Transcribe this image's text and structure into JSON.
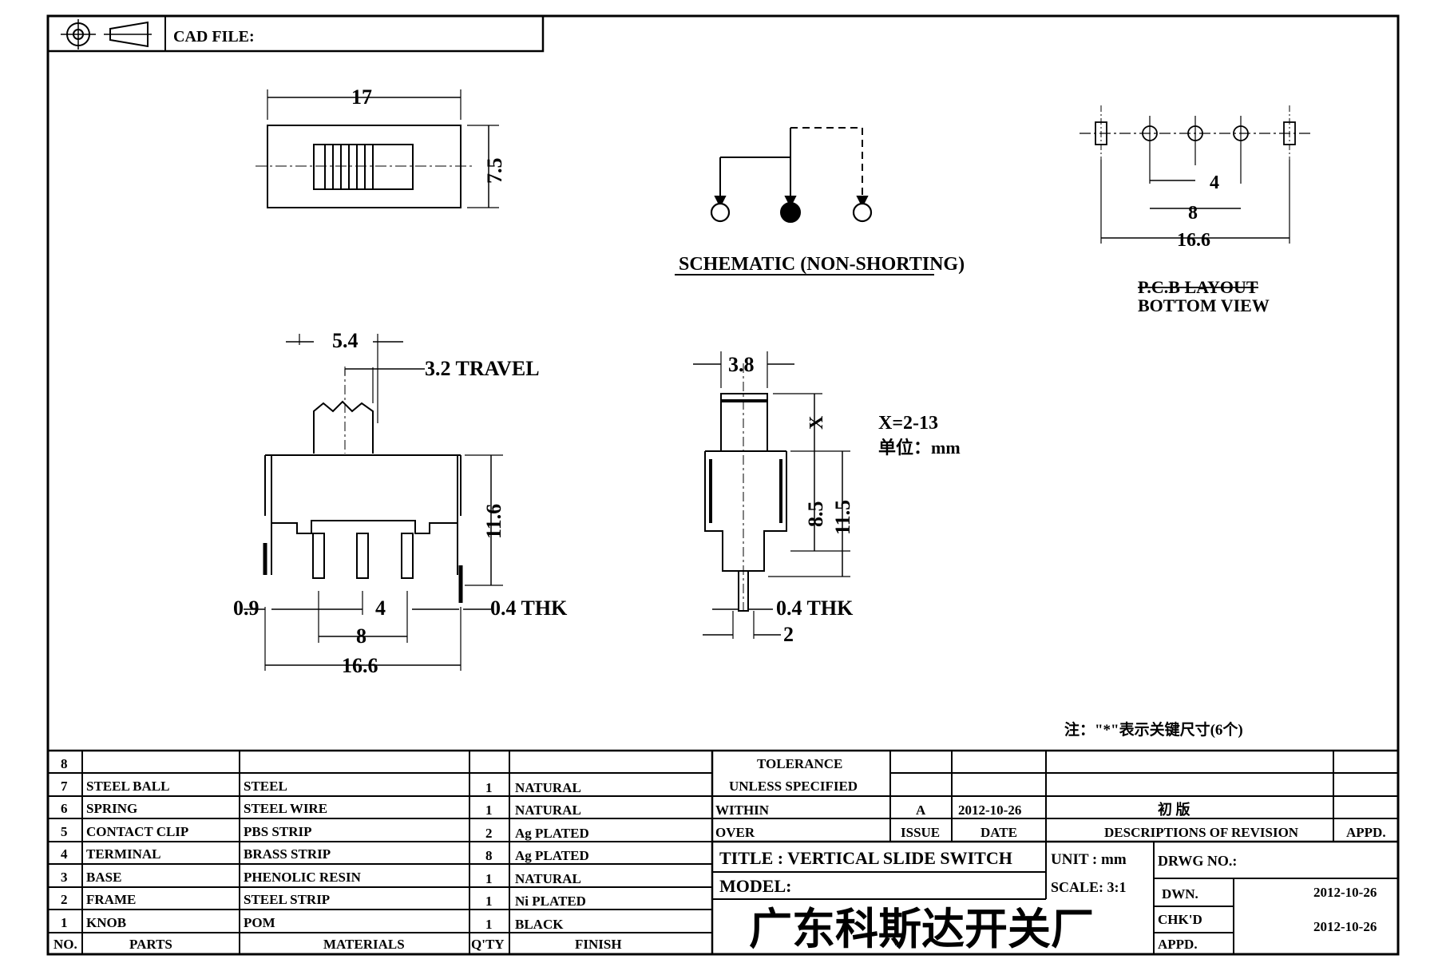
{
  "header": {
    "cad_file_label": "CAD FILE:",
    "projection_symbol": "third-angle-projection-icon"
  },
  "top_view": {
    "width": "17",
    "height": "7.5"
  },
  "schematic": {
    "label": "SCHEMATIC (NON-SHORTING)"
  },
  "pcb": {
    "dim_pitch": "4",
    "dim_span_8": "8",
    "dim_span_total": "16.6",
    "label_line1": "P.C.B LAYOUT",
    "label_line2": "BOTTOM VIEW"
  },
  "front_view": {
    "dim_knob": "5.4",
    "travel": "3.2 TRAVEL",
    "height": "11.6",
    "pin_offset": "0.9",
    "pitch": "4",
    "thickness": "0.4 THK",
    "span_8": "8",
    "span_total": "16.6"
  },
  "side_view": {
    "dim_knob": "3.8",
    "x_label": "X",
    "body_height": "8.5",
    "total_height": "11.5",
    "thickness": "0.4 THK",
    "pin_dim": "2"
  },
  "notes": {
    "x_range": "X=2-13",
    "unit_cn": "单位：mm",
    "footnote": "注：\"*\"表示关键尺寸(6个)"
  },
  "bom": {
    "rows": [
      {
        "no": "8",
        "part": "",
        "material": "",
        "qty": "",
        "finish": ""
      },
      {
        "no": "7",
        "part": "STEEL BALL",
        "material": "STEEL",
        "qty": "1",
        "finish": "NATURAL"
      },
      {
        "no": "6",
        "part": "SPRING",
        "material": "STEEL WIRE",
        "qty": "1",
        "finish": "NATURAL"
      },
      {
        "no": "5",
        "part": "CONTACT CLIP",
        "material": "PBS STRIP",
        "qty": "2",
        "finish": "Ag PLATED"
      },
      {
        "no": "4",
        "part": "TERMINAL",
        "material": "BRASS STRIP",
        "qty": "8",
        "finish": "Ag PLATED"
      },
      {
        "no": "3",
        "part": "BASE",
        "material": "PHENOLIC RESIN",
        "qty": "1",
        "finish": "NATURAL"
      },
      {
        "no": "2",
        "part": "FRAME",
        "material": "STEEL STRIP",
        "qty": "1",
        "finish": "Ni PLATED"
      },
      {
        "no": "1",
        "part": "KNOB",
        "material": "POM",
        "qty": "1",
        "finish": "BLACK"
      }
    ],
    "headers": {
      "no": "NO.",
      "parts": "PARTS",
      "materials": "MATERIALS",
      "qty": "Q'TY",
      "finish": "FINISH"
    }
  },
  "title_block": {
    "tolerance": "TOLERANCE",
    "unless": "UNLESS  SPECIFIED",
    "within": "WITHIN",
    "over": "OVER",
    "rev_letter": "A",
    "rev_date": "2012-10-26",
    "rev_desc": "初  版",
    "issue": "ISSUE",
    "date": "DATE",
    "descriptions": "DESCRIPTIONS OF REVISION",
    "appd": "APPD.",
    "title": "TITLE :  VERTICAL SLIDE SWITCH",
    "unit": "UNIT : mm",
    "drwg_no": "DRWG NO.:",
    "model": "MODEL:",
    "scale": "SCALE: 3:1",
    "dwn": "DWN.",
    "dwn_date": "2012-10-26",
    "chkd": "CHK'D",
    "chkd_date": "2012-10-26",
    "appd_label": "APPD.",
    "company": "广东科斯达开关厂"
  }
}
